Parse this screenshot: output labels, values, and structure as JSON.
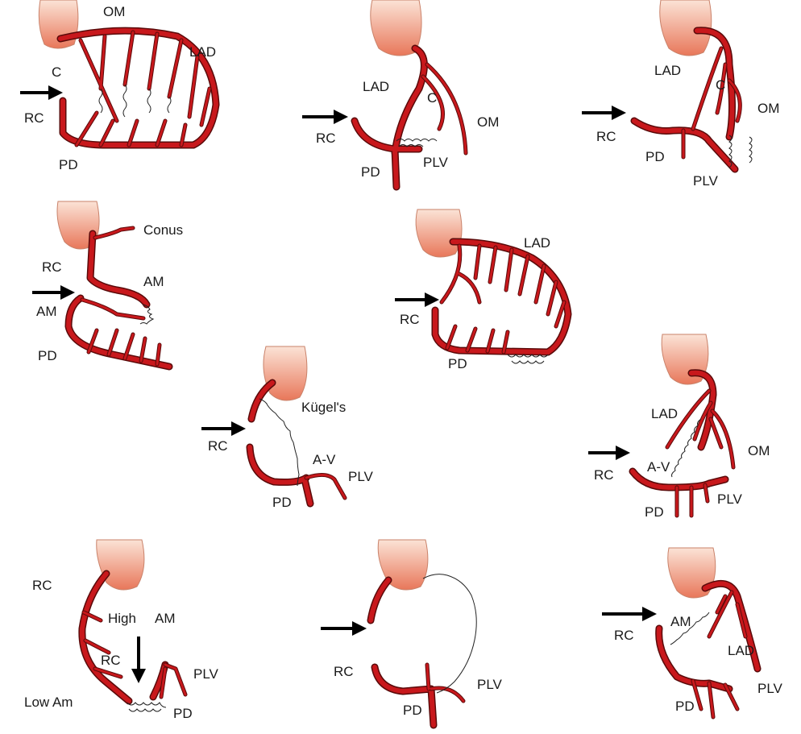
{
  "title": "Coronary artery anastomoses / collateral pathways",
  "colors": {
    "vessel": "#c8181c",
    "vessel_outline": "#5a0a0a",
    "aorta": "#f0a080",
    "arrow": "#000000"
  },
  "panels": [
    {
      "labels": [
        "OM",
        "LAD",
        "C",
        "RC",
        "PD"
      ]
    },
    {
      "labels": [
        "LAD",
        "C",
        "OM",
        "RC",
        "PD",
        "PLV"
      ]
    },
    {
      "labels": [
        "LAD",
        "C",
        "OM",
        "RC",
        "PD",
        "PLV"
      ]
    },
    {
      "labels": [
        "Conus",
        "RC",
        "AM",
        "AM",
        "PD"
      ]
    },
    {
      "labels": [
        "LAD",
        "RC",
        "PD"
      ]
    },
    {
      "labels": [
        "Kügel's",
        "RC",
        "A-V",
        "PLV",
        "PD"
      ]
    },
    {
      "labels": [
        "LAD",
        "OM",
        "A-V",
        "RC",
        "PLV",
        "PD"
      ]
    },
    {
      "labels": [
        "RC",
        "High",
        "AM",
        "RC",
        "PLV",
        "Low Am",
        "PD"
      ]
    },
    {
      "labels": [
        "RC",
        "PD",
        "PLV"
      ]
    },
    {
      "labels": [
        "AM",
        "RC",
        "LAD",
        "PLV",
        "PD"
      ]
    }
  ]
}
